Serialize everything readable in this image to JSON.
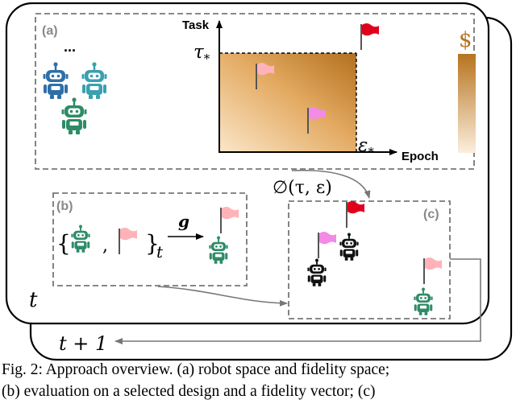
{
  "panels": {
    "a": {
      "label": "(a)",
      "ellipsis": "...",
      "y_axis_label": "Task",
      "x_axis_label": "Epoch",
      "tau_star": "τ",
      "tau_sub": "*",
      "eps_star": "ε",
      "eps_sub": "*",
      "cost_symbol": "$"
    },
    "b": {
      "label": "(b)",
      "brace_open": "{",
      "comma": ",",
      "brace_close": "}",
      "subscript": "t",
      "arrow_label": "g"
    },
    "c": {
      "label": "(c)"
    }
  },
  "fidelity_function": "∅(τ, ε)",
  "time_labels": {
    "t": "t",
    "t_next": "t + 1"
  },
  "caption": {
    "line1": "Fig. 2: Approach overview. (a) robot space and fidelity space;",
    "line2": "(b) evaluation on a selected design and a fidelity vector; (c)"
  },
  "colors": {
    "robot_blue": "#2f6fa8",
    "robot_teal": "#3aa0b0",
    "robot_green": "#2e8b67",
    "robot_black": "#111111",
    "flag_red": "#e0001b",
    "flag_pink": "#ffb3b8",
    "flag_magenta": "#f28ae6",
    "gradient_dark": "#b7731f",
    "gradient_light": "#fbe8cf"
  }
}
